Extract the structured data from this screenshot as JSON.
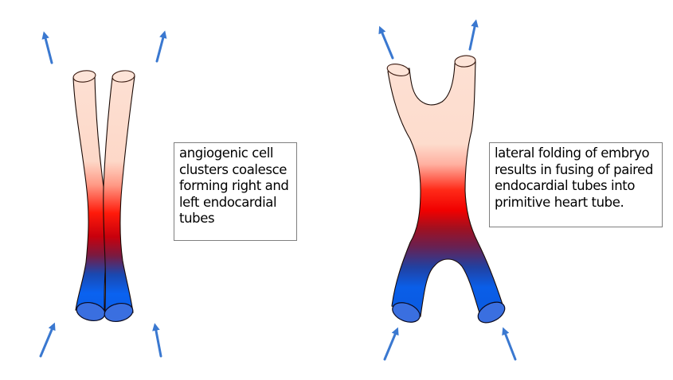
{
  "diagram": {
    "title": "Formation of primitive heart tube",
    "stages": [
      {
        "id": "stage-1",
        "structure": "paired endocardial tubes",
        "caption_lines": [
          "angiogenic cell",
          "clusters coalesce",
          "forming right and",
          "left endocardial",
          "tubes"
        ]
      },
      {
        "id": "stage-2",
        "structure": "primitive heart tube",
        "caption_lines": [
          "lateral folding of embryo",
          "results in fusing of paired",
          "endocardial tubes into",
          "primitive heart tube."
        ]
      }
    ],
    "arrows": {
      "meaning": "direction of flow / folding",
      "count": 8
    },
    "colors": {
      "arrow": "#3a78d0",
      "tube_top": "#fde0d3",
      "tube_mid": "#ff0000",
      "tube_dark_mid": "#a01020",
      "tube_bottom": "#0a62f0",
      "tube_end_cap": "#3a6fe0",
      "outline": "#1a0a05",
      "caption_border": "#7f7f7f"
    }
  }
}
